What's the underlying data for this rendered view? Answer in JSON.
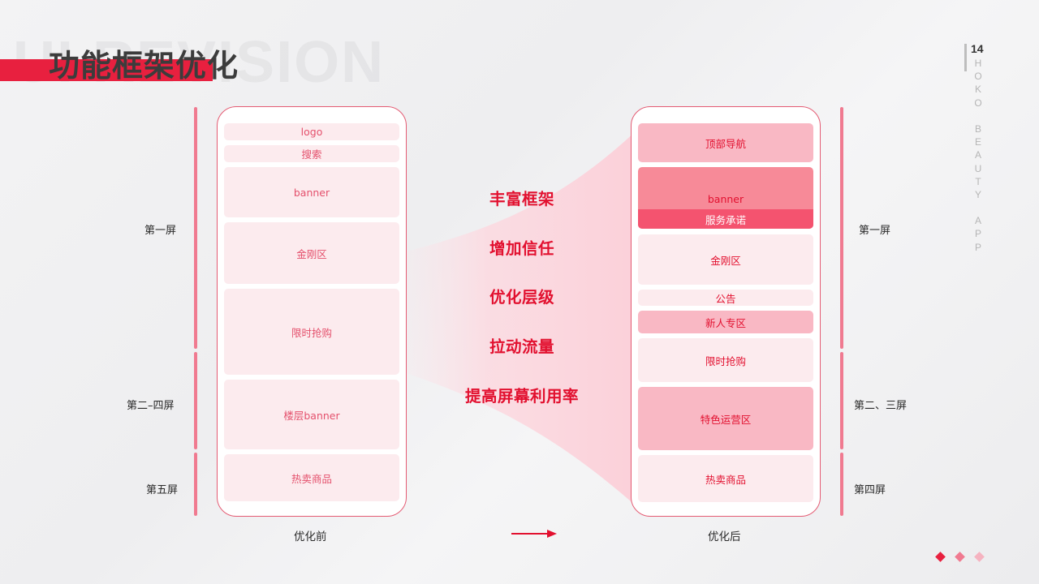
{
  "header": {
    "watermark": "UI REVISION",
    "title": "功能框架优化",
    "page_number": "14",
    "brand_letters": [
      "H",
      "O",
      "K",
      "O",
      "",
      "B",
      "E",
      "A",
      "U",
      "T",
      "Y",
      "",
      "A",
      "P",
      "P"
    ]
  },
  "colors": {
    "accent": "#e8203f",
    "phone_border": "#e45b73",
    "block_light": "#fcebee",
    "block_mid": "#f9b8c4",
    "banner": "#f78a98",
    "service_strip": "#f4536f",
    "bracket": "#f07a90"
  },
  "before": {
    "caption": "优化前",
    "blocks": [
      {
        "label": "logo"
      },
      {
        "label": "搜索"
      },
      {
        "label": "banner"
      },
      {
        "label": "金刚区"
      },
      {
        "label": "限时抢购"
      },
      {
        "label": "楼层banner"
      },
      {
        "label": "热卖商品"
      }
    ],
    "screens": [
      {
        "label": "第一屏"
      },
      {
        "label": "第二–四屏"
      },
      {
        "label": "第五屏"
      }
    ]
  },
  "after": {
    "caption": "优化后",
    "blocks": [
      {
        "label": "顶部导航"
      },
      {
        "label": "banner",
        "sub_label": "服务承诺"
      },
      {
        "label": "金刚区"
      },
      {
        "label": "公告"
      },
      {
        "label": "新人专区"
      },
      {
        "label": "限时抢购"
      },
      {
        "label": "特色运营区"
      },
      {
        "label": "热卖商品"
      }
    ],
    "screens": [
      {
        "label": "第一屏"
      },
      {
        "label": "第二、三屏"
      },
      {
        "label": "第四屏"
      }
    ]
  },
  "features": [
    {
      "label": "丰富框架"
    },
    {
      "label": "增加信任"
    },
    {
      "label": "优化层级"
    },
    {
      "label": "拉动流量"
    },
    {
      "label": "提高屏幕利用率"
    }
  ],
  "pagination": {
    "dot_colors": [
      "#e8203f",
      "#f07a90",
      "#f5b3c0"
    ]
  }
}
